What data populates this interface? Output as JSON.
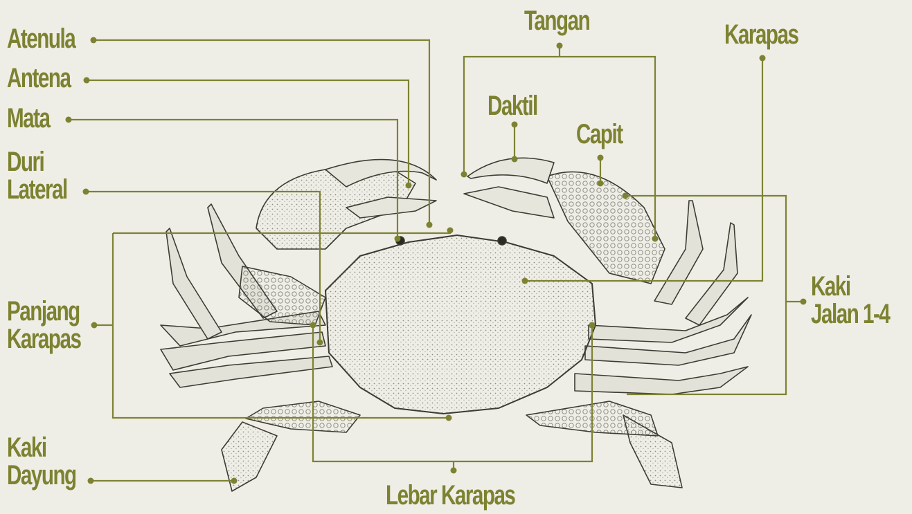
{
  "diagram": {
    "labels": {
      "atenula": "Atenula",
      "antena": "Antena",
      "mata": "Mata",
      "duri_lateral": [
        "Duri",
        "Lateral"
      ],
      "panjang_karapas": [
        "Panjang",
        "Karapas"
      ],
      "kaki_dayung": [
        "Kaki",
        "Dayung"
      ],
      "tangan": "Tangan",
      "daktil": "Daktil",
      "capit": "Capit",
      "karapas": "Karapas",
      "kaki_jalan": [
        "Kaki",
        "Jalan 1-4"
      ],
      "lebar_karapas": "Lebar Karapas"
    },
    "colors": {
      "line": "#7d8232",
      "background": "#efeee6",
      "ink": "#3c3c34"
    }
  }
}
